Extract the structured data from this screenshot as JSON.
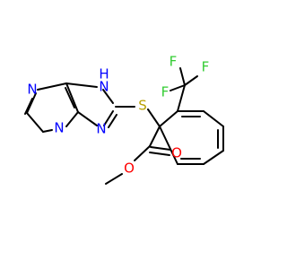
{
  "molecule": {
    "atoms": [
      {
        "id": "n_pyr_top",
        "label": "N",
        "color": "#0000ff"
      },
      {
        "id": "n_pyr_bottom",
        "label": "N",
        "color": "#0000ff"
      },
      {
        "id": "n_imid_h",
        "label": "N",
        "sub": "H",
        "color": "#0000ff"
      },
      {
        "id": "n_imid",
        "label": "N",
        "color": "#0000ff"
      },
      {
        "id": "s_thio",
        "label": "S",
        "color": "#b8a000"
      },
      {
        "id": "o_carbonyl",
        "label": "O",
        "color": "#ff0000"
      },
      {
        "id": "o_ester",
        "label": "O",
        "color": "#ff0000"
      },
      {
        "id": "f_top",
        "label": "F",
        "color": "#33cc33"
      },
      {
        "id": "f_right",
        "label": "F",
        "color": "#33cc33"
      },
      {
        "id": "f_left",
        "label": "F",
        "color": "#33cc33"
      }
    ],
    "bond_color": "#000000"
  }
}
